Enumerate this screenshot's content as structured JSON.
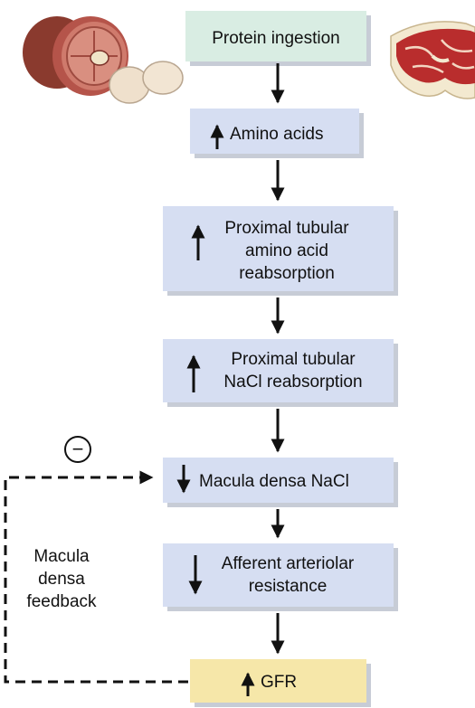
{
  "colors": {
    "top_box": "#d9ede3",
    "step_box": "#d6def2",
    "gfr_box": "#f6e7a9",
    "shadow": "#c7ccd6",
    "arrow": "#111111"
  },
  "icons": [
    "ham-and-eggs-illustration",
    "steak-illustration",
    "up-arrow-icon",
    "down-arrow-icon",
    "minus-circle-icon"
  ],
  "diagram": {
    "top": {
      "label": "Protein ingestion"
    },
    "steps": [
      {
        "lines": [
          "Amino acids"
        ],
        "direction": "up"
      },
      {
        "lines": [
          "Proximal tubular",
          "amino acid",
          "reabsorption"
        ],
        "direction": "up"
      },
      {
        "lines": [
          "Proximal tubular",
          "NaCl reabsorption"
        ],
        "direction": "up"
      },
      {
        "lines": [
          "Macula densa NaCl"
        ],
        "direction": "down"
      },
      {
        "lines": [
          "Afferent arteriolar",
          "resistance"
        ],
        "direction": "down"
      }
    ],
    "gfr": {
      "label": "GFR",
      "direction": "up"
    },
    "feedback": {
      "lines": [
        "Macula",
        "densa",
        "feedback"
      ],
      "sign": "−"
    }
  }
}
